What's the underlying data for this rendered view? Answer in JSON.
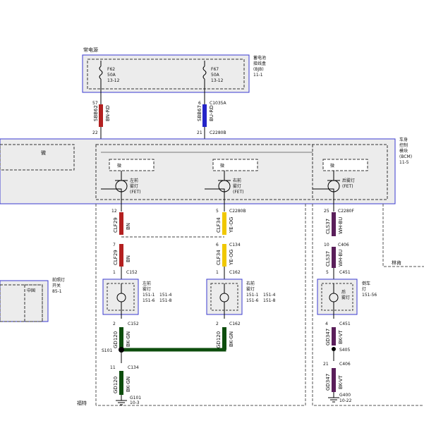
{
  "bjb": {
    "power_label": "常电源",
    "title": [
      "蓄电池",
      "接线盒",
      "(BJB)",
      "11-1"
    ],
    "fuses": [
      {
        "id": "F62",
        "rating": "50A",
        "ref": "13-12"
      },
      {
        "id": "F67",
        "rating": "50A",
        "ref": "13-12"
      }
    ]
  },
  "bcm": {
    "title": [
      "车身",
      "控制",
      "模块",
      "(BCM)",
      "11-5"
    ],
    "micro_label": "微",
    "relays": [
      {
        "micro": "微",
        "name": [
          "左前",
          "雾灯",
          "(FET)"
        ]
      },
      {
        "micro": "微",
        "name": [
          "右前",
          "雾灯",
          "(FET)"
        ]
      },
      {
        "micro": "微",
        "name": [
          "后雾灯",
          "(FET)"
        ]
      }
    ]
  },
  "connectors": {
    "left_wire_top": {
      "pin_top": "57",
      "pin_bottom": "22",
      "circuit": "SBB62",
      "color": "BN-RD"
    },
    "right_wire_top": {
      "pin_top": "6",
      "pin_bottom": "21",
      "circuit": "SBB67",
      "color": "BU-RD",
      "conn_top": "C1035A",
      "conn_bottom": "C2280B"
    },
    "left_lamp_wire": {
      "pin_a": "12",
      "circuit_a": "CLF29",
      "color_a": "BN",
      "pin_b": "7",
      "circuit_b": "CLF29",
      "color_b": "BN",
      "pin_c": "1",
      "conn_c": "C152"
    },
    "right_lamp_wire": {
      "pin_a": "5",
      "conn_a": "C2280B",
      "circuit_a": "CLF34",
      "color_a": "YE-OG",
      "pin_b": "6",
      "conn_b": "C134",
      "circuit_b": "CLF34",
      "color_b": "YE-OG",
      "pin_c": "1",
      "conn_c": "C162"
    },
    "rear_lamp_wire": {
      "pin_a": "25",
      "conn_a": "C2280F",
      "circuit_a": "CLS37",
      "color_a": "WH-BU",
      "pin_b": "10",
      "conn_b": "C406",
      "circuit_b": "CLS37",
      "color_b": "WH-BU",
      "pin_c": "5",
      "conn_c": "C451"
    }
  },
  "lamps": [
    {
      "name": [
        "左前",
        "雾灯"
      ],
      "refs": [
        "151-1",
        "151-4",
        "151-6",
        "151-8"
      ]
    },
    {
      "name": [
        "右前",
        "雾灯"
      ],
      "refs": [
        "151-1",
        "151-4",
        "151-6",
        "151-8"
      ]
    },
    {
      "name": [
        "倒车",
        "灯"
      ],
      "refs": [
        "151-56"
      ],
      "inner": [
        "后",
        "雾灯"
      ]
    }
  ],
  "grounds": {
    "left": {
      "pin": "2",
      "conn": "C152",
      "circuit": "GD120",
      "color": "BK-GN"
    },
    "right": {
      "pin": "2",
      "conn": "C162",
      "circuit": "GD120",
      "color": "BK-GN"
    },
    "splice": "S101",
    "lower": {
      "pin": "11",
      "conn": "C134",
      "circuit": "GD120",
      "color": "BK-GN"
    },
    "ground_id": "G101",
    "ground_ref": "10-3",
    "rear_a": {
      "pin": "4",
      "conn": "C451",
      "circuit": "GD347",
      "color": "BK-VT"
    },
    "rear_splice": "S405",
    "rear_b": {
      "pin": "21",
      "conn": "C406",
      "circuit": "GD347",
      "color": "BK-VT"
    },
    "rear_ground_id": "G400",
    "rear_ground_ref": "10-22"
  },
  "switch": {
    "label": [
      "前照灯",
      "开关"
    ],
    "ref": "85-1",
    "inner": "中国"
  },
  "regions": {
    "left_region": "福特",
    "right_region": "林肯"
  },
  "colors": {
    "module_border": "#3a3ad0",
    "brown": "#b32020",
    "blue": "#2424c8",
    "yellow": "#f0c800",
    "green": "#0d4d0d",
    "purple": "#5a1e5a"
  }
}
